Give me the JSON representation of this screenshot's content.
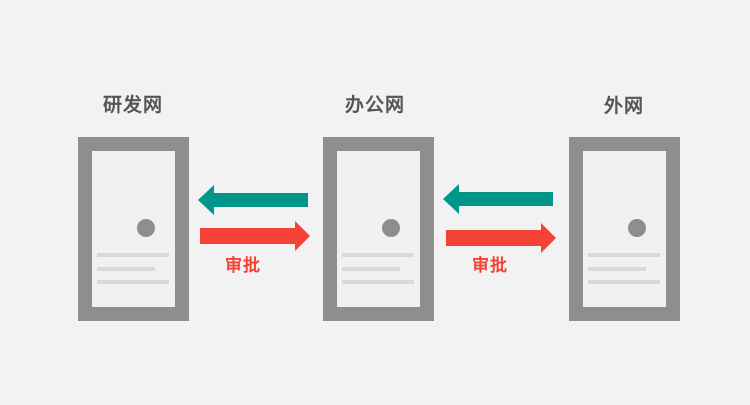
{
  "colors": {
    "background": "#f2f2f2",
    "server_frame": "#8e8e8e",
    "server_inner": "#f1f1f1",
    "server_lines": "#d9d9d9",
    "label_text": "#555555",
    "outbound_arrow": "#00978a",
    "inbound_arrow": "#f44336",
    "approve_text": "#f44336"
  },
  "networks": [
    {
      "label": "研发网",
      "icon": "server-icon"
    },
    {
      "label": "办公网",
      "icon": "server-icon"
    },
    {
      "label": "外网",
      "icon": "server-icon"
    }
  ],
  "links": [
    {
      "from": "办公网",
      "to": "研发网",
      "direction": "left",
      "color": "#00978a",
      "label": ""
    },
    {
      "from": "研发网",
      "to": "办公网",
      "direction": "right",
      "color": "#f44336",
      "label": "审批"
    },
    {
      "from": "外网",
      "to": "办公网",
      "direction": "left",
      "color": "#00978a",
      "label": ""
    },
    {
      "from": "办公网",
      "to": "外网",
      "direction": "right",
      "color": "#f44336",
      "label": "审批"
    }
  ]
}
